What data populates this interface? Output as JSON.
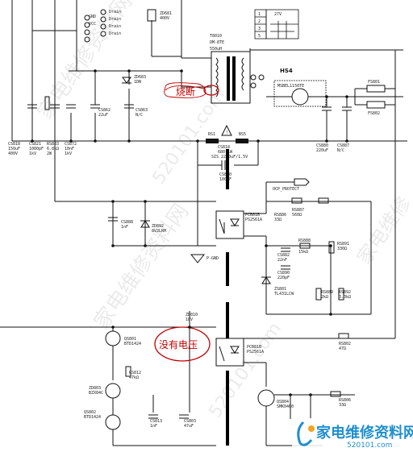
{
  "labels": {
    "transformer": "T8010",
    "transformer_sub": "DM-8TE",
    "transformer_val": "550uH",
    "hs4": "HS4",
    "q_top": "MSBEL1150TE",
    "fuse_top": "ZD681",
    "fuse_top_sub": "400V",
    "d_top": "ZD683",
    "d_top_sub": "1DN",
    "c_left1": "CS818",
    "c_left1_v": "150uF",
    "c_left1_r": "400V",
    "c_left2": "CS821",
    "c_left2_v": "1000pF",
    "c_left2_r": "1kV",
    "c_left3": "CS872",
    "c_left3_v": "10nF",
    "c_left3_r": "1kV",
    "c_mid1": "CS862",
    "c_mid1_v": "22uF",
    "c_mid2": "CS863",
    "c_mid2_v": "N/C",
    "r_left": "RS883",
    "r_left_v": "6.8kΩ",
    "r_left_r": "2W",
    "l_mid1": "RS1",
    "l_mid2": "BS5",
    "c_center": "CS818",
    "c_center_v": "680 1W",
    "c_center_r": "SIS 2200uF/1.5V",
    "c_below": "CS820",
    "c_below_v": "100nF",
    "c_right1": "CS880",
    "c_right1_v": "220uF",
    "c_right2": "CS887",
    "c_right2_v": "N/C",
    "fuse_r1": "FS801",
    "fuse_r2": "FS802",
    "oc_protect": "OCP_PROTECT",
    "d_mid": "ZD892",
    "d_mid_v": "8V2LRH",
    "c_mid3": "CS888",
    "c_mid3_v": "1nF",
    "oc1": "PCB81B",
    "oc1_v": "PS2561A",
    "gnd_label": "P-GND",
    "r_ch1": "RS886",
    "r_ch1_v": "33Ω",
    "r_ch2": "RS887",
    "r_ch2_v": "560Ω",
    "c_ch1": "CS882",
    "c_ch1_v": "22nF",
    "r_ch3": "RS888",
    "r_ch3_v": "15kΩ",
    "c_ch2": "CS890",
    "c_ch2_v": "220pF",
    "r_ch4": "RS891",
    "r_ch4_v": "330Ω",
    "ic_ref": "ZS801",
    "ic_ref_v": "TL431LCW",
    "r_ch5": "RS889",
    "r_ch5_v": "2kΩ",
    "r_ch6": "RS892",
    "r_ch6_v": "3.3kΩ",
    "d_low": "ZD810",
    "d_low_v": "18V",
    "q_low1": "QS801",
    "q_low1_v": "BTD1424",
    "r_low1": "RS812",
    "r_low1_v": "47kΩ",
    "d_low2": "ZD803",
    "d_low2_v": "BZX84C",
    "q_low2": "QS802",
    "q_low2_v": "BTD1424",
    "c_low1": "CS813",
    "c_low1_v": "1nF",
    "c_low2": "CS803",
    "c_low2_v": "47uF",
    "oc2": "PCB81B",
    "oc2_v": "PS2561A",
    "r_low2": "RS802",
    "r_low2_v": "47Ω",
    "q_mos": "QS804",
    "q_mos_v": "SMK0460",
    "r_low3": "RS806",
    "r_low3_v": "33Ω",
    "pin_labels": [
      "GND",
      "VCC",
      "Drain",
      "Drain",
      "Drain",
      "Drain"
    ],
    "conn_rows": [
      "1",
      "2",
      "3",
      "5"
    ],
    "conn_tag": "27V"
  },
  "annotations": {
    "burnt": "烧断",
    "no_voltage": "没有电压"
  },
  "watermarks": {
    "w1": "家电维修资料网",
    "w2": "520101.com",
    "w3": "家电维修资料网",
    "w4": "520101.com",
    "w5": "家电维修"
  },
  "branding": {
    "title": "家电维修资料网",
    "url": "520101.com"
  },
  "colors": {
    "annotation": "#c00000",
    "brand": "#1f8fce",
    "wire": "#111111"
  }
}
